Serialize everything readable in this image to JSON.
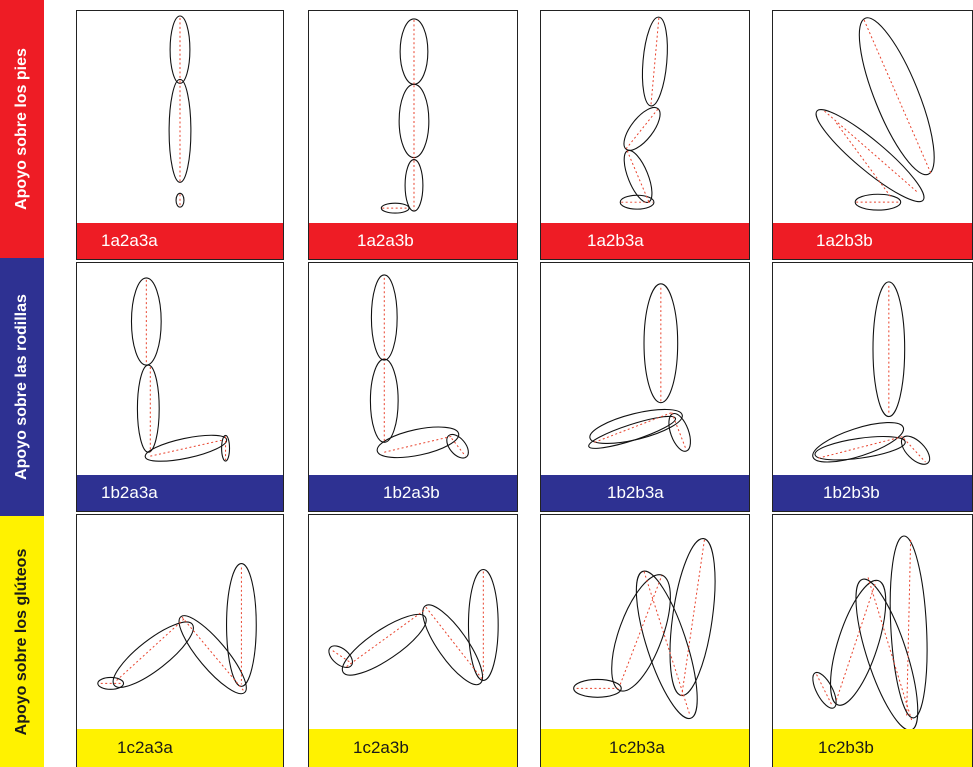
{
  "colors": {
    "red": "#ee1c25",
    "blue": "#2e3192",
    "yellow": "#fff200",
    "segment": "#111111",
    "axis": "#e8412b"
  },
  "rows": [
    {
      "label": "Apoyo sobre los pies",
      "color": "#ee1c25",
      "text_color": "#ffffff",
      "cells": [
        {
          "code": "1a2a3a"
        },
        {
          "code": "1a2a3b"
        },
        {
          "code": "1a2b3a"
        },
        {
          "code": "1a2b3b"
        }
      ]
    },
    {
      "label": "Apoyo sobre las rodillas",
      "color": "#2e3192",
      "text_color": "#ffffff",
      "cells": [
        {
          "code": "1b2a3a"
        },
        {
          "code": "1b2a3b"
        },
        {
          "code": "1b2b3a"
        },
        {
          "code": "1b2b3b"
        }
      ]
    },
    {
      "label": "Apoyo sobre los glúteos",
      "color": "#fff200",
      "text_color": "#1a1a1a",
      "cells": [
        {
          "code": "1c2a3a"
        },
        {
          "code": "1c2a3b"
        },
        {
          "code": "1c2b3a"
        },
        {
          "code": "1c2b3b"
        }
      ]
    }
  ]
}
